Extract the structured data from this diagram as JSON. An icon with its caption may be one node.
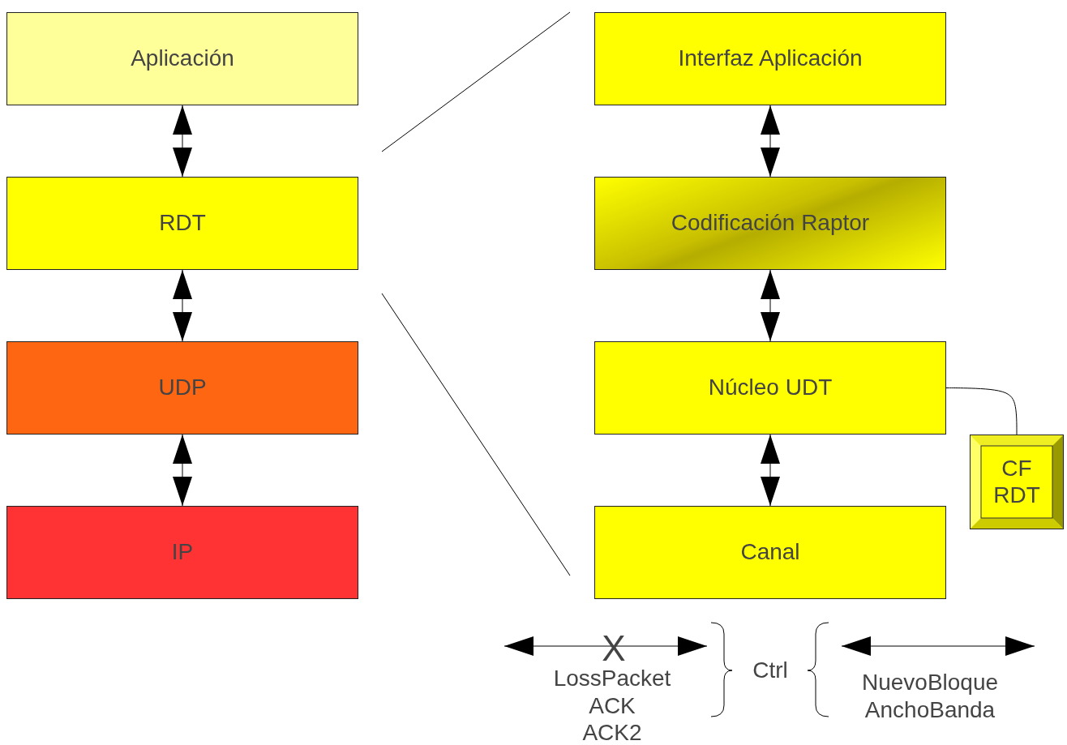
{
  "diagram": {
    "nodes": [
      {
        "text": [
          "Aplicación"
        ]
      },
      {
        "text": [
          "RDT"
        ]
      },
      {
        "text": [
          "UDP"
        ]
      },
      {
        "text": [
          "IP"
        ]
      },
      {
        "text": [
          "Interfaz Aplicación"
        ]
      },
      {
        "text": [
          "Codificación Raptor"
        ]
      },
      {
        "text": [
          "Núcleo UDT"
        ]
      },
      {
        "text": [
          "Canal"
        ]
      },
      {
        "text": [
          "CF RDT"
        ]
      }
    ],
    "edges": [
      {
        "from": 0,
        "to": 1,
        "arrow": "both"
      },
      {
        "from": 1,
        "to": 2,
        "arrow": "both"
      },
      {
        "from": 2,
        "to": 3,
        "arrow": "both"
      },
      {
        "from": 4,
        "to": 5,
        "arrow": "both"
      },
      {
        "from": 5,
        "to": 6,
        "arrow": "both"
      },
      {
        "from": 6,
        "to": 7,
        "arrow": "both"
      },
      {
        "from": 6,
        "to": 8,
        "arrow": "none"
      }
    ],
    "labels": [
      "X",
      "LossPacket ACK ACK2",
      "Ctrl",
      "NuevoBloque AnchoBanda"
    ]
  }
}
